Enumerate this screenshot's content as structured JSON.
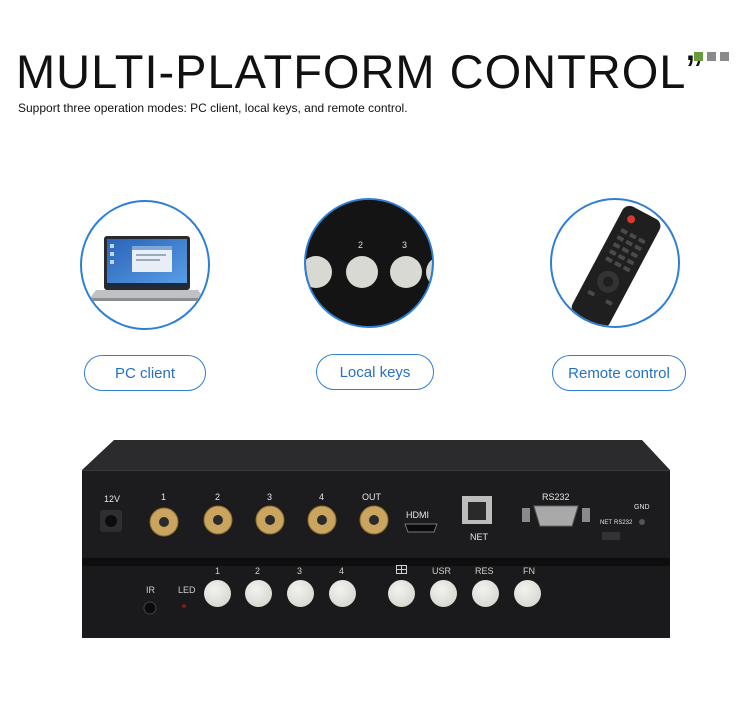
{
  "header": {
    "title": "MULTI-PLATFORM CONTROL”",
    "subtitle": "Support three operation modes: PC client, local keys, and remote control.",
    "accent_dots": [
      "#6a9a3a",
      "#8a8a8a",
      "#8a8a8a"
    ]
  },
  "modes": [
    {
      "label": "PC client",
      "icon": "laptop-icon"
    },
    {
      "label": "Local keys",
      "icon": "keypad-icon"
    },
    {
      "label": "Remote control",
      "icon": "remote-control-icon"
    }
  ],
  "local_keys_closeup": {
    "labels": [
      "2",
      "3"
    ]
  },
  "device": {
    "rear_panel": {
      "power_label": "12V",
      "bnc_labels": [
        "1",
        "2",
        "3",
        "4",
        "OUT"
      ],
      "hdmi_label": "HDMI",
      "net_label": "NET",
      "rs232_label": "RS232",
      "switch_labels": [
        "NET",
        "RS232"
      ],
      "gnd_label": "GND"
    },
    "front_panel": {
      "ir_label": "IR",
      "led_label": "LED",
      "key_labels": [
        "1",
        "2",
        "3",
        "4"
      ],
      "layout_icon": "quad-layout-icon",
      "function_labels": [
        "USR",
        "RES",
        "FN"
      ]
    }
  },
  "colors": {
    "accent": "#2d7fd6",
    "pill_text": "#2670c3",
    "chassis": "#1c1c1e"
  }
}
